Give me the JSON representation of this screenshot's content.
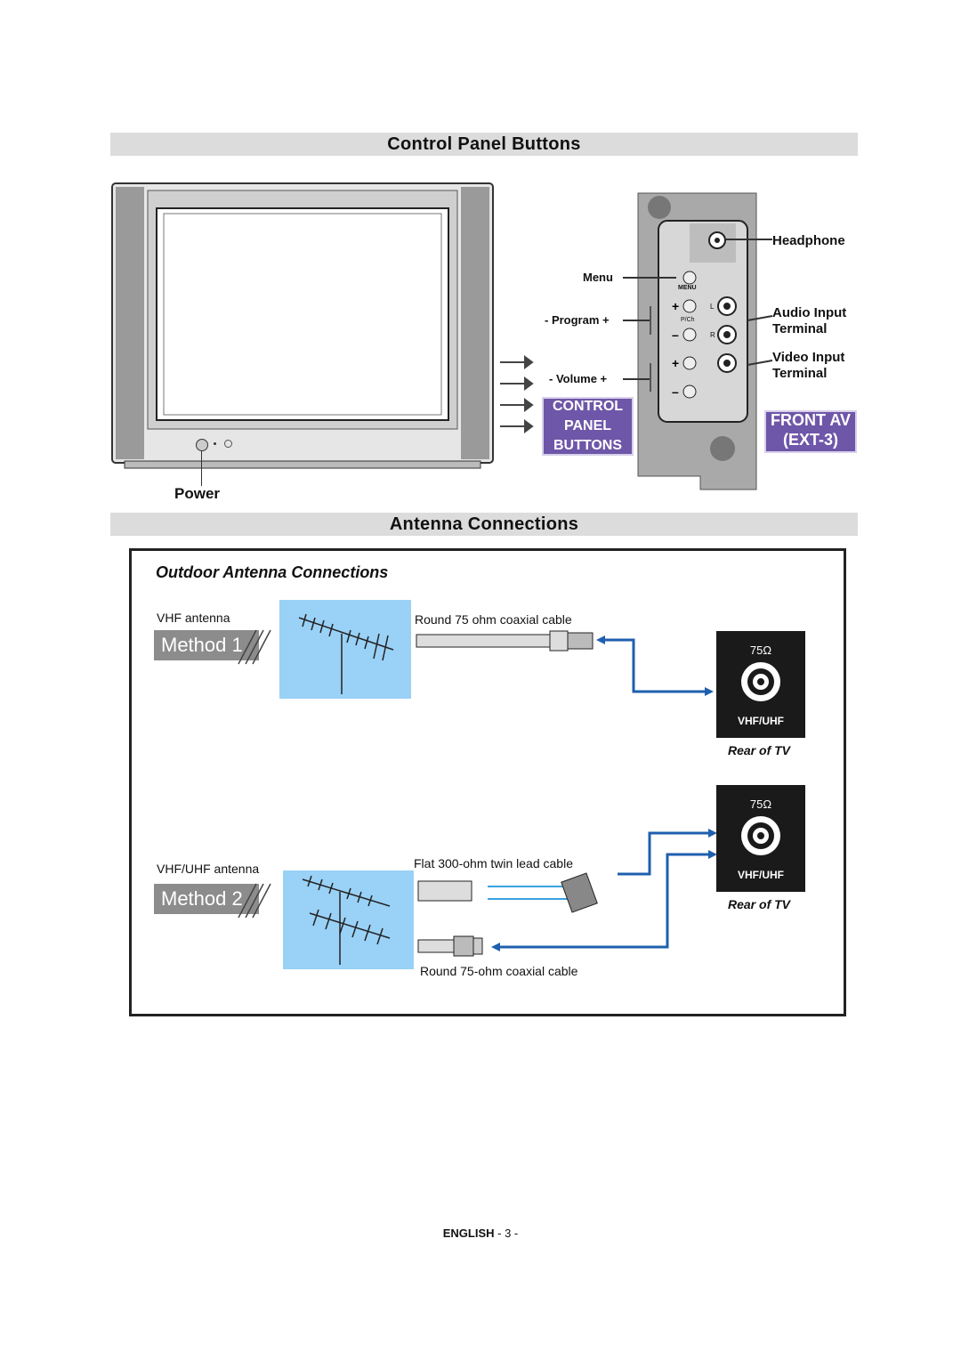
{
  "control_panel": {
    "title": "Control  Panel  Buttons",
    "power_label": "Power",
    "labels": {
      "headphone": "Headphone",
      "menu": "Menu",
      "menu_small": "MENU",
      "program": "- Program +",
      "pch_small": "P/Ch",
      "volume": "- Volume +",
      "audio_input_1": "Audio Input",
      "audio_input_2": "Terminal",
      "video_input_1": "Video Input",
      "video_input_2": "Terminal",
      "left": "L",
      "right": "R"
    },
    "control_box": [
      "CONTROL",
      "PANEL",
      "BUTTONS"
    ],
    "front_av": [
      "FRONT AV",
      "(EXT-3)"
    ],
    "accent_color": "#6e56a8"
  },
  "antenna": {
    "title": "Antenna  Connections",
    "subtitle": "Outdoor Antenna Connections",
    "method1": {
      "badge": "Method 1",
      "antenna_label": "VHF antenna",
      "cable_label": "Round 75 ohm coaxial cable",
      "jack_ohm": "75Ω",
      "jack_label": "VHF/UHF",
      "rear_label": "Rear of TV"
    },
    "method2": {
      "badge": "Method 2",
      "antenna_label": "VHF/UHF antenna",
      "cable_label_top": "Flat 300-ohm twin lead cable",
      "cable_label_bottom": "Round 75-ohm coaxial cable",
      "jack_ohm": "75Ω",
      "jack_label": "VHF/UHF",
      "rear_label": "Rear of TV"
    },
    "sky_color": "#9ad1f6",
    "arrow_color": "#1f5fae"
  },
  "footer": {
    "language": "ENGLISH",
    "page": "- 3 -"
  }
}
